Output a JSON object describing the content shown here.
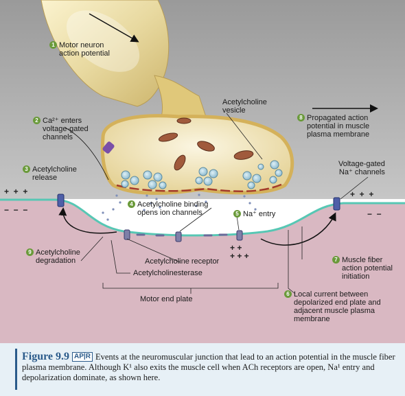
{
  "labels": {
    "step1": {
      "n": "1",
      "text": "Motor neuron\naction potential"
    },
    "step2": {
      "n": "2",
      "text": "Ca²⁺ enters\nvoltage-gated\nchannels"
    },
    "step3": {
      "n": "3",
      "text": "Acetylcholine\nrelease"
    },
    "step4": {
      "n": "4",
      "text": "Acetylcholine binding\nopens ion channels"
    },
    "step5": {
      "n": "5",
      "text": "Na⁺ entry"
    },
    "step6": {
      "n": "6",
      "text": "Local current between\ndepolarized end plate and\nadjacent muscle plasma\nmembrane"
    },
    "step7": {
      "n": "7",
      "text": "Muscle fiber\naction potential\ninitiation"
    },
    "step8": {
      "n": "8",
      "text": "Propagated action\npotential in muscle\nplasma membrane"
    },
    "step9": {
      "n": "9",
      "text": "Acetylcholine\ndegradation"
    },
    "ach_vesicle": "Acetylcholine\nvesicle",
    "vg_na": "Voltage-gated\nNa⁺ channels",
    "ach_receptor": "Acetylcholine receptor",
    "ache": "Acetylcholinesterase",
    "end_plate": "Motor end plate"
  },
  "caption": {
    "figure": "Figure 9.9",
    "badge": "AP|R",
    "text": "Events at the neuromuscular junction that lead to an action potential in the muscle fiber plasma membrane. Although K¹ also exits the muscle cell when ACh receptors are open, Na¹ entry and depolarization dominate, as shown here."
  },
  "colors": {
    "muscle": "#d9b8c2",
    "neuron": "#e9dcaa",
    "terminal_fill": "#f3ecd0",
    "membrane": "#57c7b4",
    "receptor": "#4f5fa8",
    "vesicle": "#b7d7e4",
    "mito": "#a05a3c",
    "background": "#a7a7a7"
  }
}
